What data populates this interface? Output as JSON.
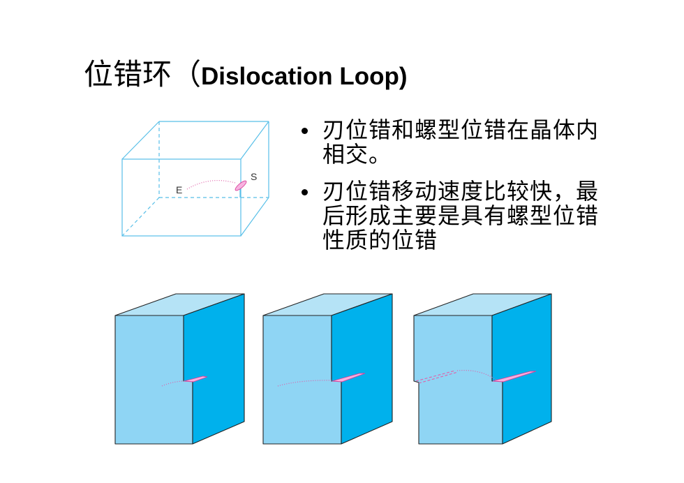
{
  "slide": {
    "title": {
      "zh": "位错环（",
      "en": "Dislocation Loop)"
    },
    "bullets": [
      {
        "text": "刃位错和螺型位错在晶体内相交。"
      },
      {
        "text": "刃位错移动速度比较快，最后形成主要是具有螺型位错性质的位错"
      }
    ],
    "diagram_labels": {
      "edge": "E",
      "screw": "S"
    }
  },
  "colors": {
    "wireframe": "#58bfe8",
    "top_face": "#b5e3f6",
    "front_face": "#8fd5f4",
    "side_face": "#00b1ec",
    "loop_line": "#e060a8",
    "slip_patch": "#f7b2e0"
  }
}
